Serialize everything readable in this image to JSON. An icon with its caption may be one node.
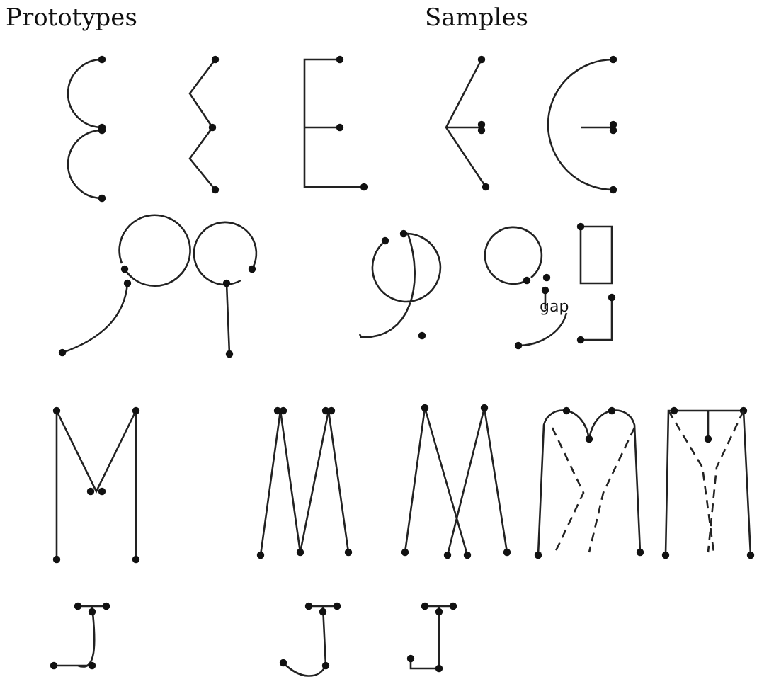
{
  "diagram": {
    "labels": [
      "Prototypes",
      "Samples",
      "gap"
    ]
  }
}
